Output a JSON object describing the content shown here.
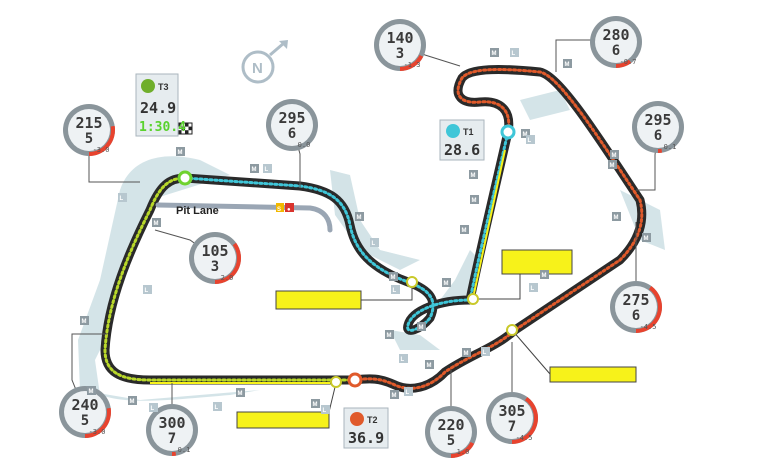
{
  "pit_lane_label": "Pit Lane",
  "compass": {
    "letter": "N"
  },
  "pit_badges": [
    "S",
    "●"
  ],
  "colors": {
    "yellow_box": "#f7f21a",
    "sector1": "#3fc6d8",
    "sector2": "#e05a2b",
    "sector3": "#b9d82a",
    "gauge_bg": "#8a959b"
  },
  "sectors": [
    {
      "name": "T1",
      "time": "28.6"
    },
    {
      "name": "T2",
      "time": "36.9"
    },
    {
      "name": "T3",
      "time": "24.9",
      "laptime": "1:30.4"
    }
  ],
  "gauges": [
    {
      "speed": "215",
      "gear": "5",
      "g": "-3.0",
      "level": 0.55
    },
    {
      "speed": "295",
      "gear": "6",
      "g": "0.0",
      "level": 0.0
    },
    {
      "speed": "105",
      "gear": "3",
      "g": "2.0",
      "level": 0.7
    },
    {
      "speed": "140",
      "gear": "3",
      "g": "-1.3",
      "level": 0.35
    },
    {
      "speed": "280",
      "gear": "6",
      "g": "-0.7",
      "level": 0.2
    },
    {
      "speed": "295",
      "gear": "6",
      "g": "0.1",
      "level": 0.05
    },
    {
      "speed": "275",
      "gear": "6",
      "g": "-4.5",
      "level": 0.8
    },
    {
      "speed": "305",
      "gear": "7",
      "g": "-4.5",
      "level": 0.8
    },
    {
      "speed": "220",
      "gear": "5",
      "g": "1.0",
      "level": 0.35
    },
    {
      "speed": "300",
      "gear": "7",
      "g": "0.1",
      "level": 0.05
    },
    {
      "speed": "240",
      "gear": "5",
      "g": "-3.0",
      "level": 0.55
    }
  ],
  "markers": [
    "M",
    "L"
  ]
}
